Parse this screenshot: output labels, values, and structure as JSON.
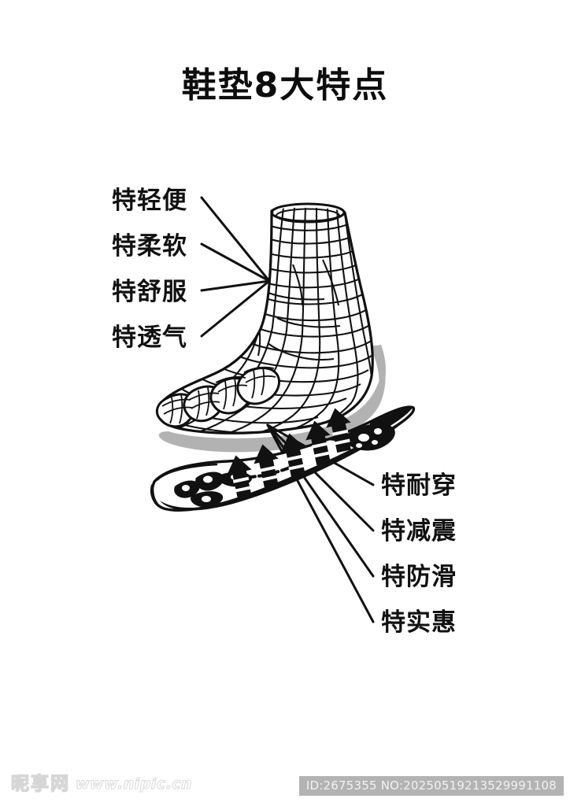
{
  "page": {
    "title": "鞋垫8大特点",
    "background_color": "#ffffff",
    "ink_color": "#111111",
    "shadow_color": "#b2b2b2"
  },
  "features": {
    "left": [
      {
        "label": "特轻便"
      },
      {
        "label": "特柔软"
      },
      {
        "label": "特舒服"
      },
      {
        "label": "特透气"
      }
    ],
    "right": [
      {
        "label": "特耐穿"
      },
      {
        "label": "特减震"
      },
      {
        "label": "特防滑"
      },
      {
        "label": "特实惠"
      }
    ]
  },
  "illustration": {
    "foot_mesh_name": "wireframe-foot-sock",
    "insole_name": "insole-with-upward-arrows",
    "arrow_count": 5
  },
  "watermark": {
    "site_name": "昵享网",
    "url": "www.nipic.cn",
    "id_text": "ID:2675355 NO:20250519213529991108"
  }
}
